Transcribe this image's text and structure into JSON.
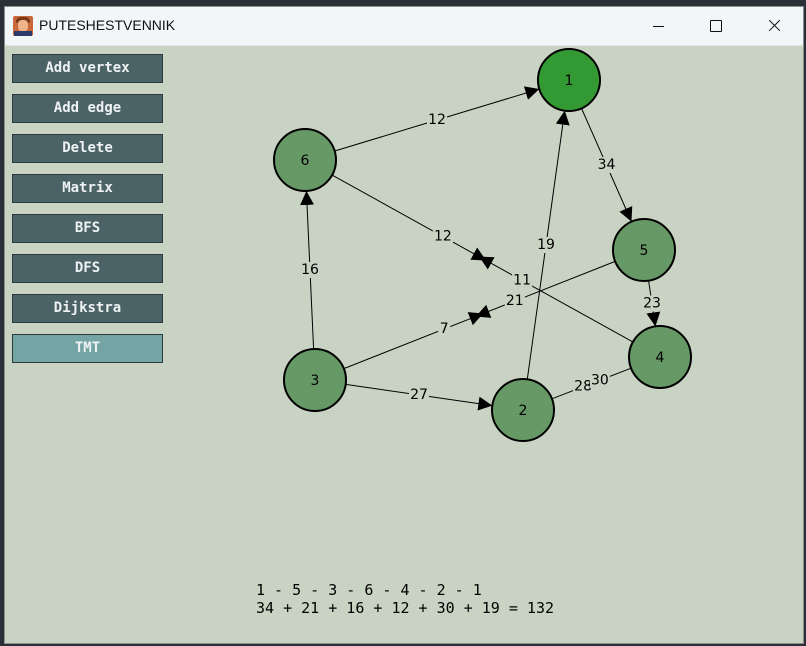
{
  "window": {
    "title": "PUTESHESTVENNIK"
  },
  "buttons": [
    {
      "id": "add-vertex",
      "label": "Add vertex",
      "active": false
    },
    {
      "id": "add-edge",
      "label": "Add edge",
      "active": false
    },
    {
      "id": "delete",
      "label": "Delete",
      "active": false
    },
    {
      "id": "matrix",
      "label": "Matrix",
      "active": false
    },
    {
      "id": "bfs",
      "label": "BFS",
      "active": false
    },
    {
      "id": "dfs",
      "label": "DFS",
      "active": false
    },
    {
      "id": "dijkstra",
      "label": "Dijkstra",
      "active": false
    },
    {
      "id": "tmt",
      "label": "TMT",
      "active": true
    }
  ],
  "colors": {
    "node_default": "#669966",
    "node_highlight": "#339933",
    "button": "#4b6267",
    "button_active": "#74a4a4",
    "canvas": "#c9d3c3"
  },
  "graph": {
    "nodes": [
      {
        "id": "1",
        "label": "1",
        "highlight": true
      },
      {
        "id": "2",
        "label": "2",
        "highlight": false
      },
      {
        "id": "3",
        "label": "3",
        "highlight": false
      },
      {
        "id": "4",
        "label": "4",
        "highlight": false
      },
      {
        "id": "5",
        "label": "5",
        "highlight": false
      },
      {
        "id": "6",
        "label": "6",
        "highlight": false
      }
    ],
    "edges": [
      {
        "from": "6",
        "to": "1",
        "weight": "12"
      },
      {
        "from": "1",
        "to": "5",
        "weight": "34"
      },
      {
        "from": "6",
        "to": "4",
        "weight": "12"
      },
      {
        "from": "4",
        "to": "6",
        "weight": "11"
      },
      {
        "from": "5",
        "to": "4",
        "weight": "23"
      },
      {
        "from": "3",
        "to": "6",
        "weight": "16"
      },
      {
        "from": "3",
        "to": "5",
        "weight": "7"
      },
      {
        "from": "5",
        "to": "3",
        "weight": "21"
      },
      {
        "from": "2",
        "to": "1",
        "weight": "19"
      },
      {
        "from": "3",
        "to": "2",
        "weight": "27"
      },
      {
        "from": "2",
        "to": "4",
        "weight": "28"
      },
      {
        "from": "4",
        "to": "2",
        "weight": "30"
      }
    ]
  },
  "result": {
    "path": "1 - 5 - 3 - 6 - 4 - 2 - 1",
    "sum": "34 + 21 + 16 + 12 + 30 + 19 = 132"
  }
}
